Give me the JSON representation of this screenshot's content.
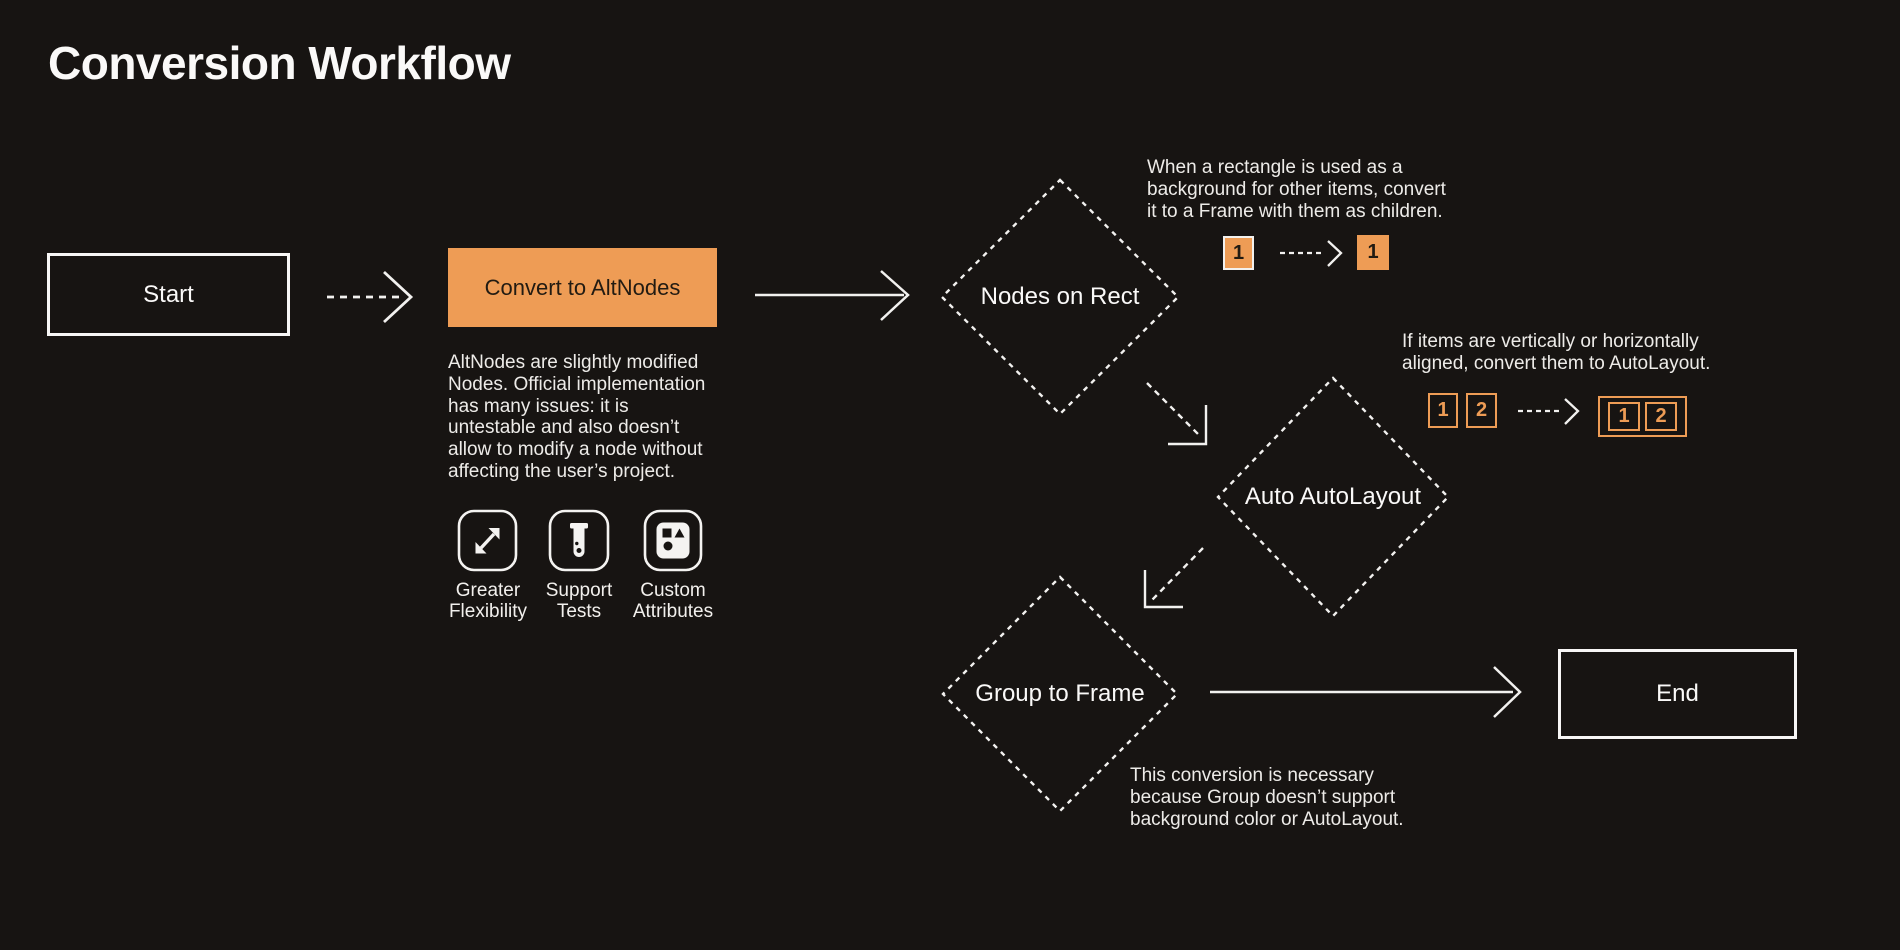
{
  "title": "Conversion Workflow",
  "palette": {
    "background": "#171412",
    "accent_orange": "#EE9C55",
    "dark_text_on_orange": "#221B12",
    "light_text": "#EDEBE8",
    "outline_white": "#F7F6F5"
  },
  "flow": {
    "start": {
      "label": "Start"
    },
    "convert_to_altnodes": {
      "label": "Convert to AltNodes",
      "description": "AltNodes are slightly modified\nNodes. Official implementation\nhas many issues: it is\nuntestable and also doesn’t\nallow to modify a node without\naffecting the user’s project.",
      "benefits": [
        {
          "icon": "expand-arrows-icon",
          "label": "Greater\nFlexibility"
        },
        {
          "icon": "test-tube-icon",
          "label": "Support\nTests"
        },
        {
          "icon": "shapes-icon",
          "label": "Custom\nAttributes"
        }
      ]
    },
    "nodes_on_rect": {
      "label": "Nodes on Rect",
      "note": "When a rectangle is used as a\nbackground for other items, convert\nit to a Frame with them as children.",
      "example_before": [
        "1"
      ],
      "example_after": [
        "1"
      ]
    },
    "auto_autolayout": {
      "label": "Auto AutoLayout",
      "note": "If items are vertically or horizontally\naligned, convert them to AutoLayout.",
      "example_before": [
        "1",
        "2"
      ],
      "example_after": [
        "1",
        "2"
      ]
    },
    "group_to_frame": {
      "label": "Group to Frame",
      "note": "This conversion is necessary\nbecause Group doesn’t support\nbackground color or AutoLayout."
    },
    "end": {
      "label": "End"
    }
  }
}
